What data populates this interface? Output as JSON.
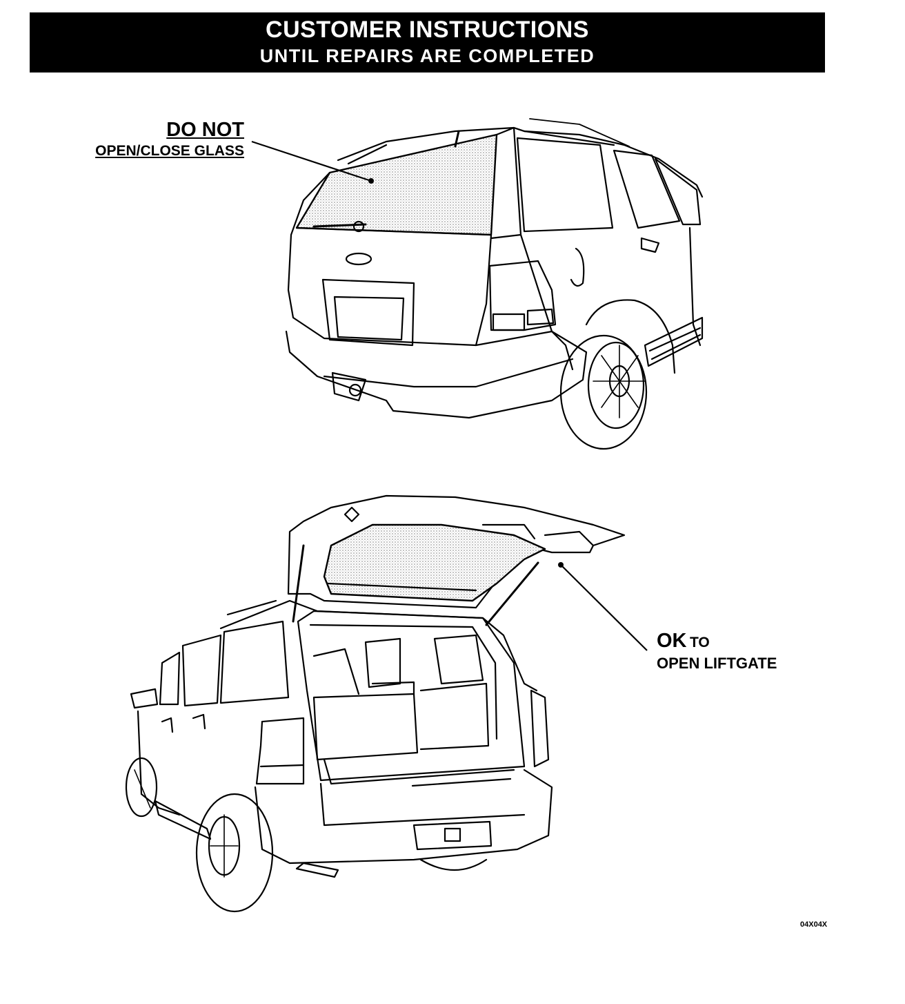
{
  "banner": {
    "title": "CUSTOMER INSTRUCTIONS",
    "subtitle": "UNTIL REPAIRS ARE COMPLETED"
  },
  "callout_top": {
    "line1": "DO NOT",
    "line2": "OPEN/CLOSE GLASS"
  },
  "callout_bottom": {
    "line1": "OK",
    "line1_suffix": "TO",
    "line2": "OPEN LIFTGATE"
  },
  "figure_code": "04X04X"
}
